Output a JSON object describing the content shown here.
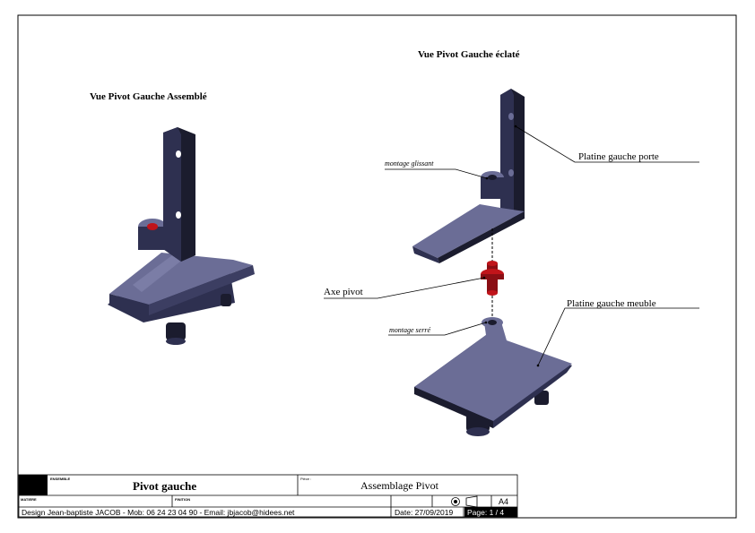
{
  "views": {
    "assembled_title": "Vue Pivot Gauche Assemblé",
    "exploded_title": "Vue Pivot Gauche éclaté"
  },
  "callouts": {
    "montage_glissant": "montage glissant",
    "platine_porte": "Platine gauche porte",
    "axe_pivot": "Axe pivot",
    "montage_serre": "montage serré",
    "platine_meuble": "Platine gauche meuble"
  },
  "title_block": {
    "ensemble_label": "ENSEMBLE",
    "ensemble_value": "Pivot gauche",
    "piece_label": "Pièce :",
    "piece_value": "Assemblage Pivot",
    "matiere_label": "MATIERE",
    "finition_label": "FINITION",
    "format": "A4",
    "author": "Design Jean-baptiste JACOB -  Mob: 06 24 23 04 90 - Email: jbjacob@hidees.net",
    "date": "Date:  27/09/2019",
    "page": "Page: 1 / 4"
  },
  "colors": {
    "part_top": "#6b6d96",
    "part_side": "#2e3050",
    "part_dark": "#1b1c2e",
    "axis_red": "#c0141a"
  },
  "icons": [
    "projection-symbol-icon"
  ]
}
